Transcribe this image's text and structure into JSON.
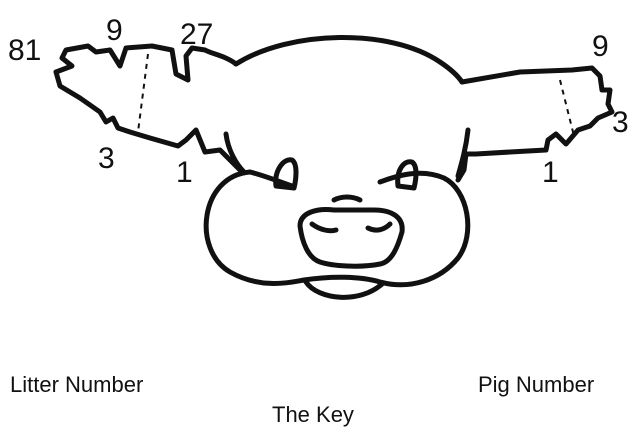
{
  "notch_labels": {
    "left_81": "81",
    "left_9": "9",
    "left_27": "27",
    "left_3": "3",
    "left_1": "1",
    "right_9": "9",
    "right_3": "3",
    "right_1": "1"
  },
  "captions": {
    "litter": "Litter Number",
    "pig": "Pig Number",
    "key": "The Key"
  }
}
